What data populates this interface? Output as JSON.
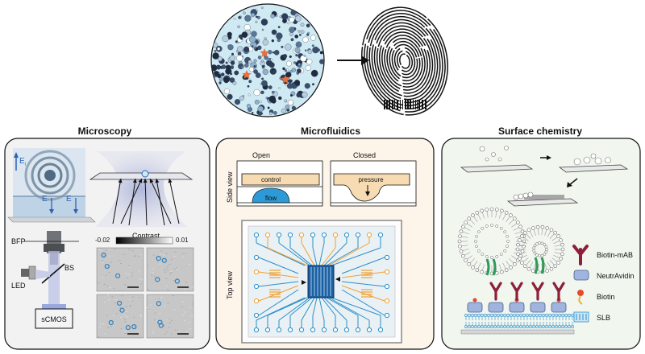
{
  "panels": {
    "microscopy": {
      "title": "Microscopy",
      "labels": {
        "bfp": "BFP",
        "bs": "BS",
        "led": "LED",
        "camera": "sCMOS",
        "field_top": "E",
        "field_top_sub": "i",
        "field_left": "E",
        "field_right": "E"
      },
      "contrast": {
        "title": "Contrast",
        "min": "-0.02",
        "max": "0.01"
      }
    },
    "microfluidics": {
      "title": "Microfluidics",
      "side_view": {
        "label": "Side view",
        "open": "Open",
        "closed": "Closed",
        "control": "control",
        "flow": "flow",
        "pressure": "pressure"
      },
      "top_view": {
        "label": "Top view"
      }
    },
    "surface_chemistry": {
      "title": "Surface chemistry",
      "legend": [
        {
          "label": "Biotin-mAB",
          "icon": "antibody-icon"
        },
        {
          "label": "NeutrAvidin",
          "icon": "neutravidin-icon"
        },
        {
          "label": "Biotin",
          "icon": "biotin-icon"
        },
        {
          "label": "SLB",
          "icon": "lipid-bilayer-icon"
        }
      ]
    }
  },
  "colors": {
    "particle_fill": "#cfeaf3",
    "accent_blue": "#2a62b8",
    "star": "#e8703a",
    "control_layer": "#f7dcb3",
    "microfluidics_bg": "#fdf4ea",
    "surface_bg": "#f1f6ef",
    "microscopy_bg": "#f2f2f2",
    "flow_line": "#2b8fc9",
    "control_line": "#f0a030"
  }
}
